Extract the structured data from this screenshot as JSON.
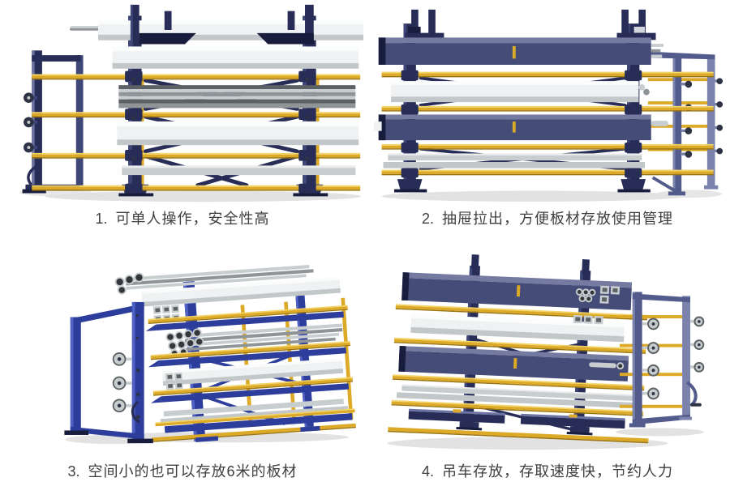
{
  "page": {
    "background_color": "#ffffff",
    "caption_color": "#3e3e3e"
  },
  "palette": {
    "navy": "#272d56",
    "navy_light": "#3f4779",
    "navy_highlight": "#6b73a3",
    "navy_dark": "#181d3d",
    "slate": "#525b8b",
    "slate_light": "#7b83ad",
    "drawer_blue": "#454c78",
    "drawer_blue_light": "#747aa0",
    "royal_blue": "#2d3d9b",
    "royal_blue_light": "#4f61c4",
    "yellow": "#ddaa28",
    "yellow_light": "#f4d367",
    "yellow_dark": "#9a7410",
    "plate_white": "#eff1f2",
    "plate_gray": "#c2c7c9",
    "steel_dark": "#5c6164",
    "steel_mid": "#8f9497",
    "steel_light": "#c8cdcf",
    "knob_dark": "#2e3245",
    "pipe_bore": "#33363a",
    "floor_shadow": "#e2e2e3"
  },
  "figures": [
    {
      "number": "1.",
      "text": "可单人操作，安全性高"
    },
    {
      "number": "2.",
      "text": "抽屉拉出，方便板材存放使用管理"
    },
    {
      "number": "3.",
      "text": "空间小的也可以存放6米的板材"
    },
    {
      "number": "4.",
      "text": "吊车存放，存取速度快，节约人力"
    }
  ]
}
